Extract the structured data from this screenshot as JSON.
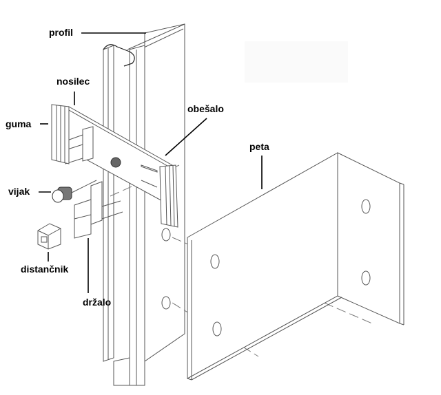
{
  "labels": {
    "profil": "profil",
    "nosilec": "nosilec",
    "guma": "guma",
    "obesalo": "obešalo",
    "peta": "peta",
    "vijak": "vijak",
    "distancnik": "distančnik",
    "drzalo": "držalo"
  }
}
